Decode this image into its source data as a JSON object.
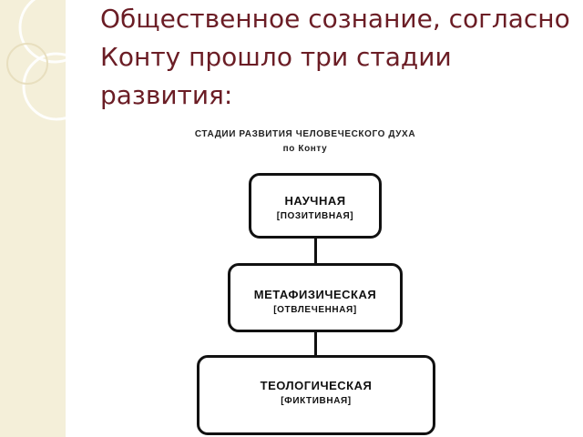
{
  "title": "Общественное сознание, согласно Конту прошло три стадии развития:",
  "diagram": {
    "heading_line1": "СТАДИИ РАЗВИТИЯ ЧЕЛОВЕЧЕСКОГО ДУХА",
    "heading_line2": "по Конту",
    "stages": [
      {
        "name": "НАУЧНАЯ",
        "type": "[ПОЗИТИВНАЯ]"
      },
      {
        "name": "МЕТАФИЗИЧЕСКАЯ",
        "type": "[ОТВЛЕЧЕННАЯ]"
      },
      {
        "name": "ТЕОЛОГИЧЕСКАЯ",
        "type": "[ФИКТИВНАЯ]"
      }
    ]
  },
  "colors": {
    "title": "#6b1d25",
    "side_band": "#f4efd9",
    "lines": "#111111"
  }
}
